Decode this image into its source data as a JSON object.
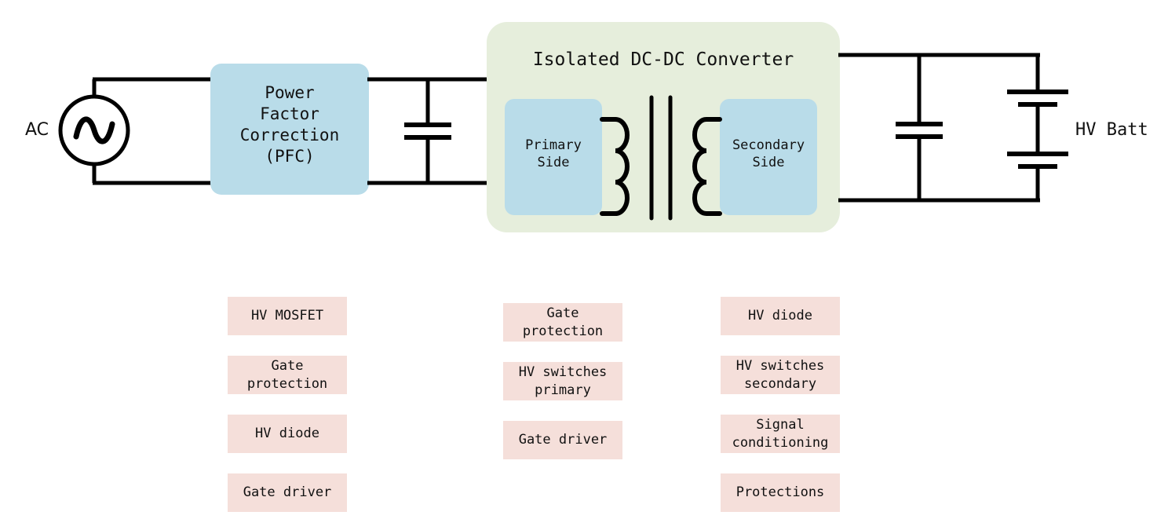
{
  "diagram": {
    "title": "Isolated DC-DC Converter",
    "colors": {
      "block_blue": "#b9dce9",
      "converter_green": "#e6eedc",
      "chip_pink": "#f5dfda",
      "wire_black": "#000000",
      "page_background": "#ffffff"
    }
  },
  "power_stage": {
    "ac_source": {
      "label": "AC",
      "icon": "ac-source-sine-icon"
    },
    "pfc_block": {
      "label": "Power\nFactor\nCorrection\n(PFC)"
    },
    "dc_link_capacitor": {
      "icon": "capacitor-icon"
    },
    "converter": {
      "title": "Isolated DC-DC Converter",
      "primary_block": {
        "label": "Primary\nSide"
      },
      "secondary_block": {
        "label": "Secondary\nSide"
      },
      "transformer": {
        "icon": "transformer-icon",
        "primary_turns": 3,
        "secondary_turns": 3,
        "core_lines": 2
      }
    },
    "output_capacitor": {
      "icon": "capacitor-icon"
    },
    "hv_battery": {
      "label": "HV Batt",
      "icon": "battery-icon",
      "cells": 2
    }
  },
  "component_columns": [
    {
      "name": "pfc-components",
      "items": [
        {
          "label": "HV MOSFET",
          "lines": [
            "HV MOSFET"
          ]
        },
        {
          "label": "Gate protection",
          "lines": [
            "Gate",
            "protection"
          ]
        },
        {
          "label": "HV diode",
          "lines": [
            "HV diode"
          ]
        },
        {
          "label": "Gate driver",
          "lines": [
            "Gate driver"
          ]
        }
      ]
    },
    {
      "name": "primary-side-components",
      "items": [
        {
          "label": "Gate protection",
          "lines": [
            "Gate",
            "protection"
          ]
        },
        {
          "label": "HV switches primary",
          "lines": [
            "HV switches",
            "primary"
          ]
        },
        {
          "label": "Gate driver",
          "lines": [
            "Gate driver"
          ]
        }
      ]
    },
    {
      "name": "secondary-side-components",
      "items": [
        {
          "label": "HV diode",
          "lines": [
            "HV diode"
          ]
        },
        {
          "label": "HV switches secondary",
          "lines": [
            "HV switches",
            "secondary"
          ]
        },
        {
          "label": "Signal conditioning",
          "lines": [
            "Signal",
            "conditioning"
          ]
        },
        {
          "label": "Protections",
          "lines": [
            "Protections"
          ]
        }
      ]
    }
  ]
}
